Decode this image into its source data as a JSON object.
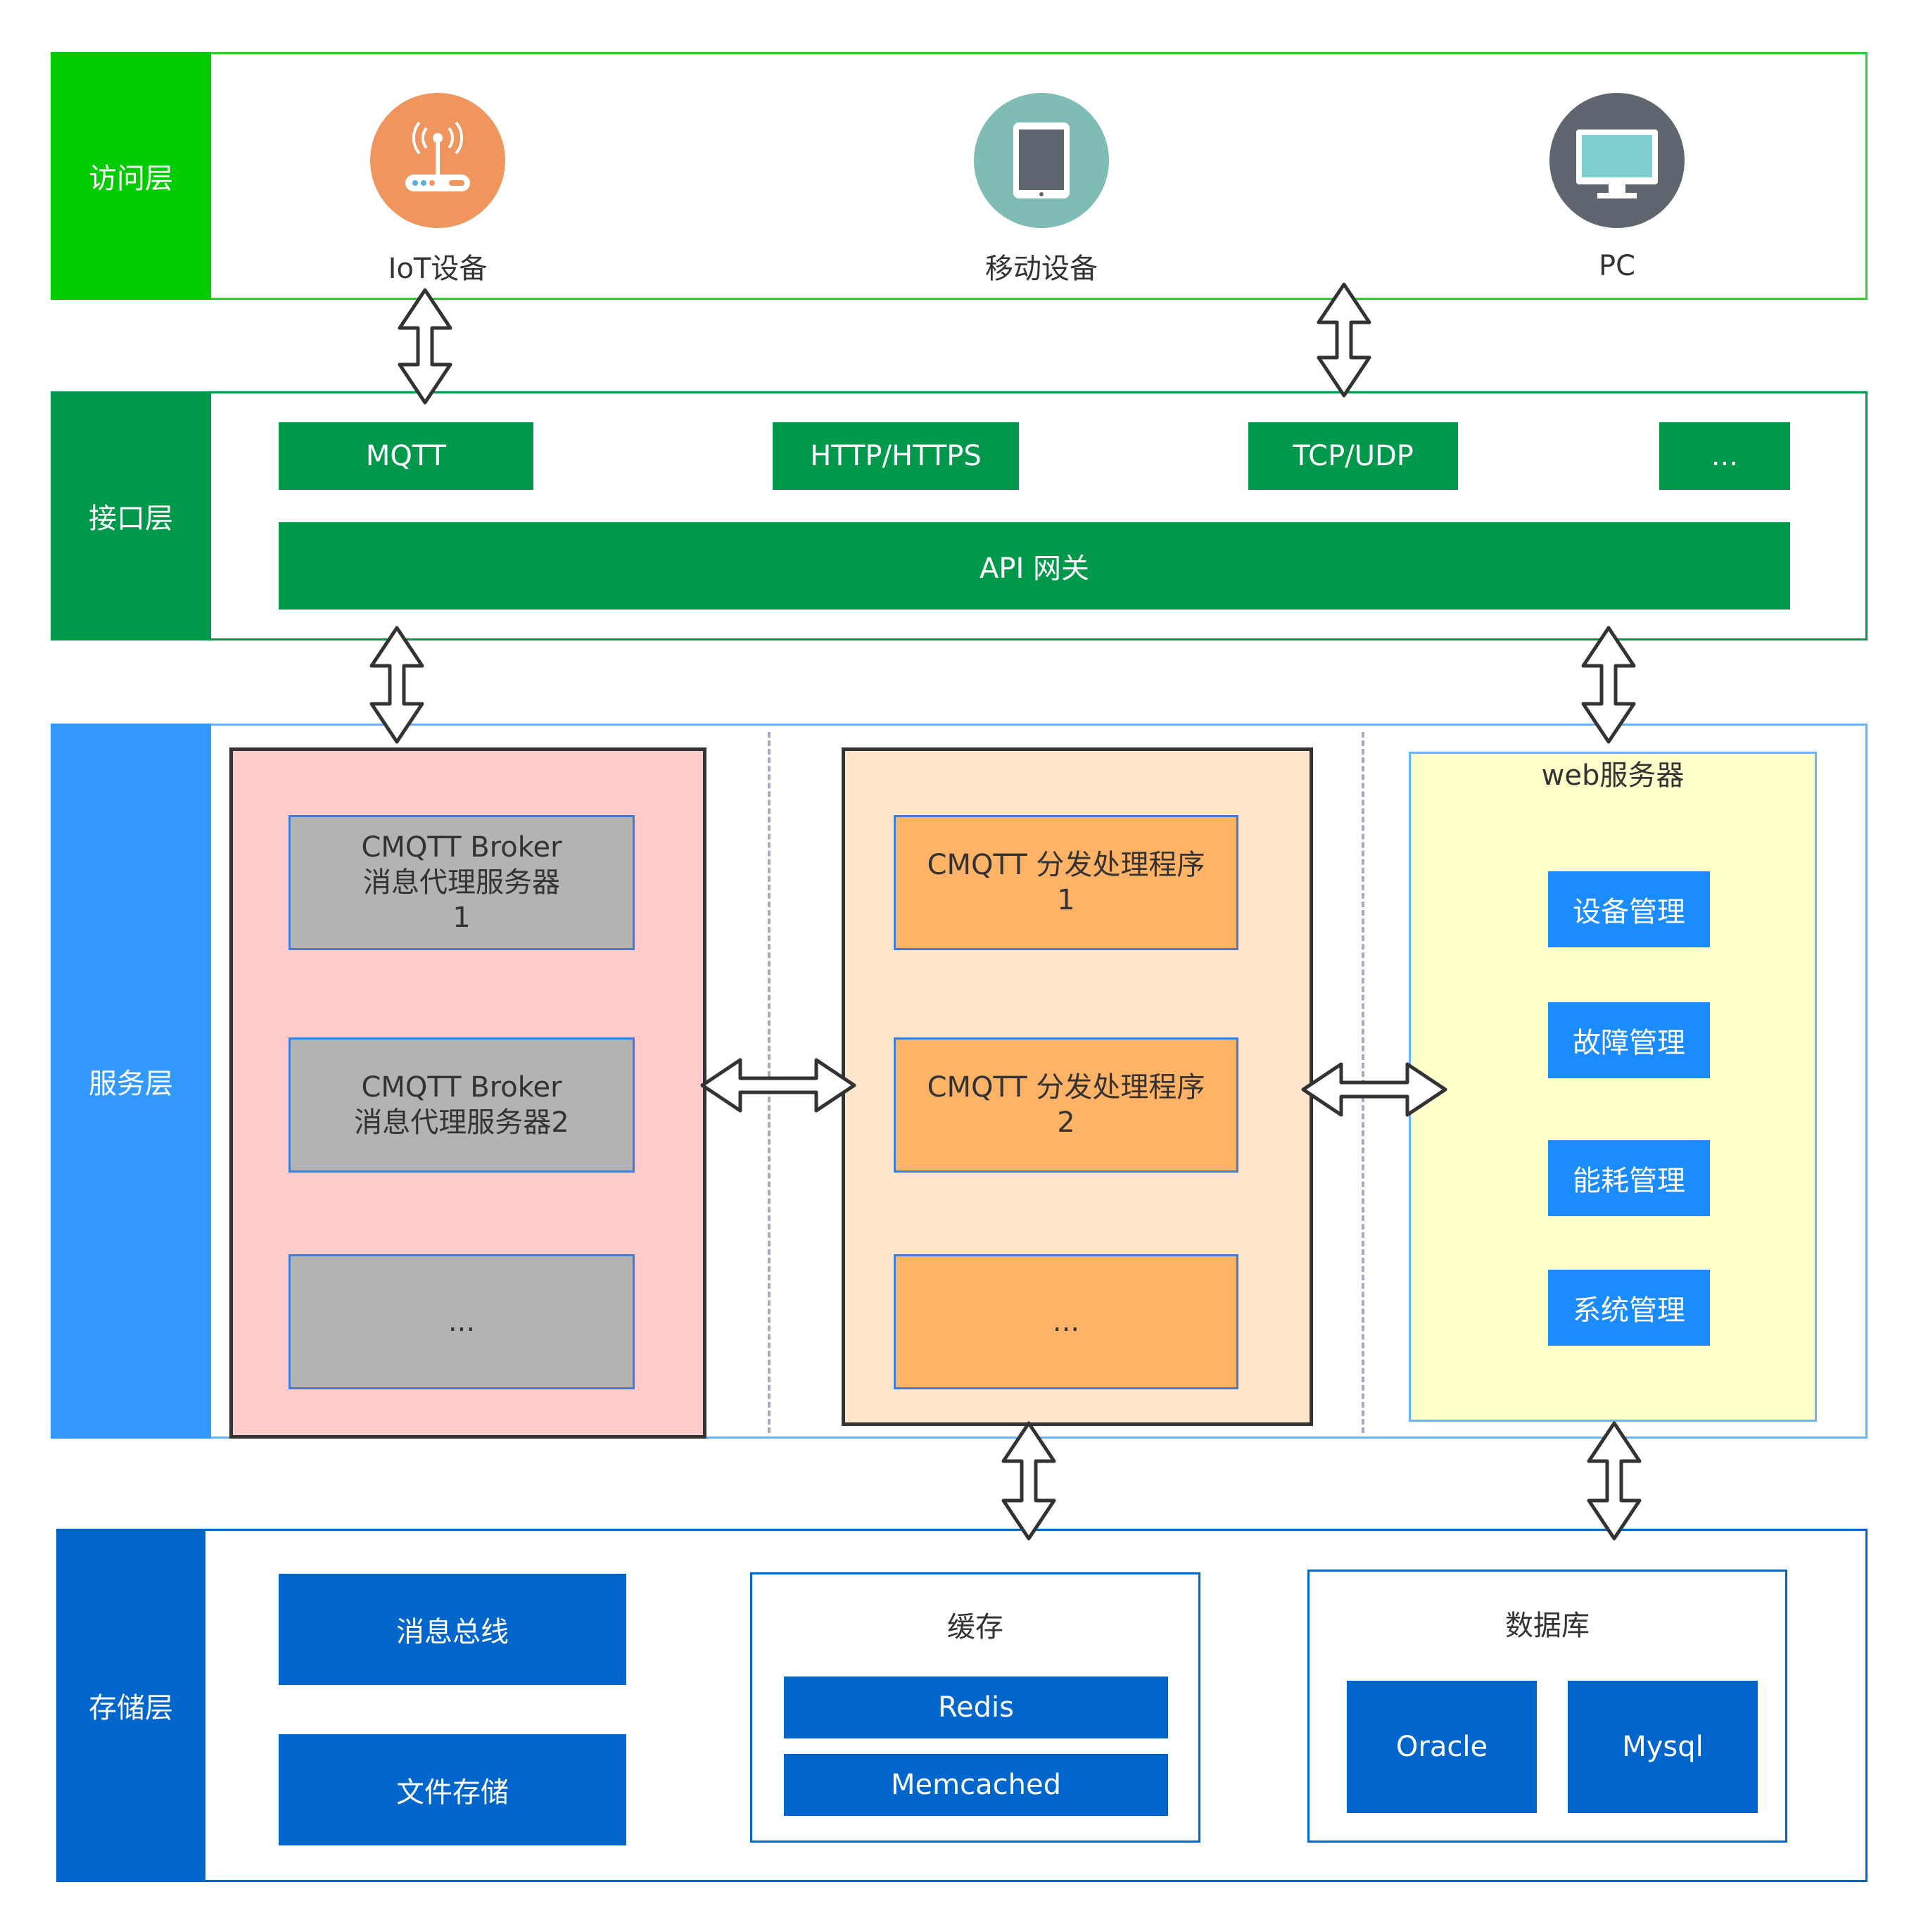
{
  "layers": {
    "access": "访问层",
    "interface": "接口层",
    "service": "服务层",
    "storage": "存储层"
  },
  "access": {
    "devices": [
      {
        "label": "IoT设备",
        "icon": "router-icon",
        "color": "#f0955e"
      },
      {
        "label": "移动设备",
        "icon": "tablet-icon",
        "color": "#7fbcb6"
      },
      {
        "label": "PC",
        "icon": "monitor-icon",
        "color": "#5f6670"
      }
    ]
  },
  "interface": {
    "protocols": [
      "MQTT",
      "HTTP/HTTPS",
      "TCP/UDP",
      "..."
    ],
    "gateway": "API 网关"
  },
  "service": {
    "brokers": [
      "CMQTT Broker\n消息代理服务器\n1",
      "CMQTT Broker\n消息代理服务器2",
      "..."
    ],
    "dispatchers": [
      "CMQTT 分发处理程序\n1",
      "CMQTT 分发处理程序\n2",
      "..."
    ],
    "web": {
      "title": "web服务器",
      "modules": [
        "设备管理",
        "故障管理",
        "能耗管理",
        "系统管理"
      ]
    }
  },
  "storage": {
    "bus": "消息总线",
    "files": "文件存储",
    "cache": {
      "title": "缓存",
      "items": [
        "Redis",
        "Memcached"
      ]
    },
    "database": {
      "title": "数据库",
      "items": [
        "Oracle",
        "Mysql"
      ]
    }
  },
  "colors": {
    "access_green": "#00cc00",
    "interface_green": "#00994c",
    "service_blue": "#3399ff",
    "storage_blue": "#0066cc",
    "broker_bg": "#ffcccc",
    "dispatcher_bg": "#ffe6cc",
    "web_bg": "#ffffcc",
    "broker_item": "#b3b3b3",
    "dispatcher_item": "#ffb366",
    "web_item": "#1a8cff"
  }
}
